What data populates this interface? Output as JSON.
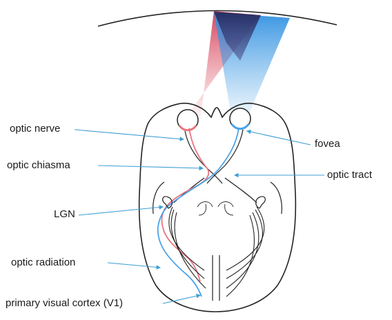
{
  "labels": {
    "optic_nerve": "optic nerve",
    "optic_chiasma": "optic chiasma",
    "lgn": "LGN",
    "optic_radiation": "optic radiation",
    "primary_visual_cortex": "primary visual cortex (V1)",
    "fovea": "fovea",
    "optic_tract": "optic tract"
  },
  "colors": {
    "left_visual_field": "#e8747f",
    "right_visual_field": "#4aa3e8",
    "overlap": "#2e2f63",
    "pointer": "#3f9fd4",
    "outline": "#222222"
  }
}
